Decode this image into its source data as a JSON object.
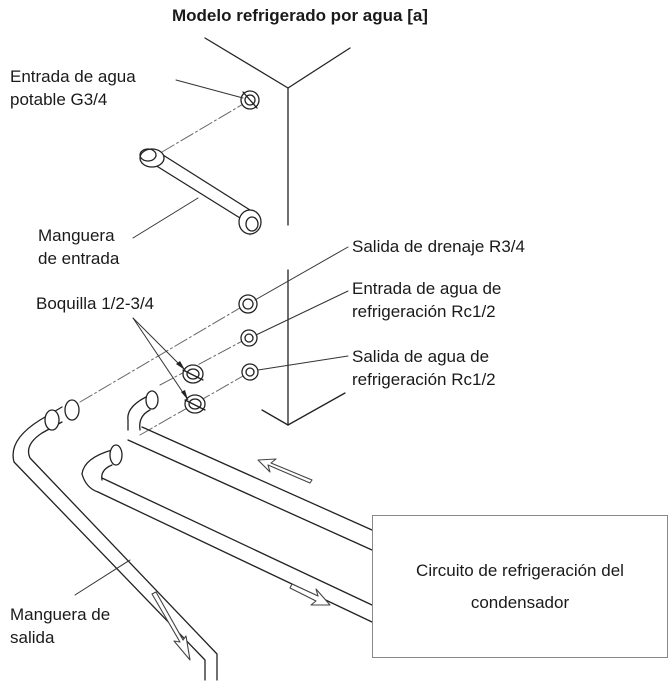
{
  "title": "Modelo refrigerado por agua [a]",
  "labels": {
    "inlet_water_1": "Entrada de agua",
    "inlet_water_2": "potable G3/4",
    "inlet_hose_1": "Manguera",
    "inlet_hose_2": "de entrada",
    "drain_outlet": "Salida de drenaje R3/4",
    "cool_in_1": "Entrada de agua de",
    "cool_in_2": "refrigeración Rc1/2",
    "cool_out_1": "Salida de agua de",
    "cool_out_2": "refrigeración Rc1/2",
    "nozzle": "Boquilla 1/2-3/4",
    "outlet_hose_1": "Manguera de",
    "outlet_hose_2": "salida"
  },
  "condenser_box": {
    "line1": "Circuito de refrigeración del",
    "line2": "condensador"
  },
  "colors": {
    "line": "#222222",
    "thin": "#555555",
    "fill": "#ffffff"
  }
}
